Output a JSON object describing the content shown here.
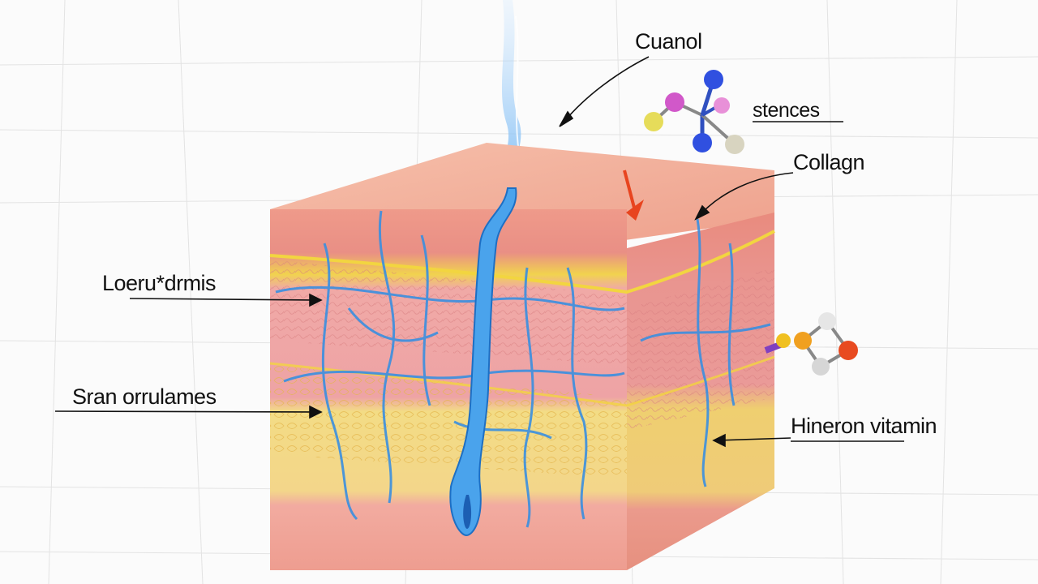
{
  "labels": {
    "top": "Cuanol",
    "molecule_top": "stences",
    "collagen": "Collagn",
    "left_upper": "Loeru*drmis",
    "left_lower": "Sran orrulames",
    "right_lower": "Hineron vitamin"
  },
  "colors": {
    "background": "#fbfbfb",
    "skin_top": "#f3b3a0",
    "dermis": "#f0a4a2",
    "fat_layer": "#f4d886",
    "vessel_blue": "#3a8fe0",
    "nerve_yellow": "#f2d540",
    "arrow_red": "#e8441f"
  },
  "icons": [
    "hair-follicle-icon",
    "molecule-icon",
    "molecule-icon",
    "red-arrow-icon",
    "vapor-icon"
  ]
}
